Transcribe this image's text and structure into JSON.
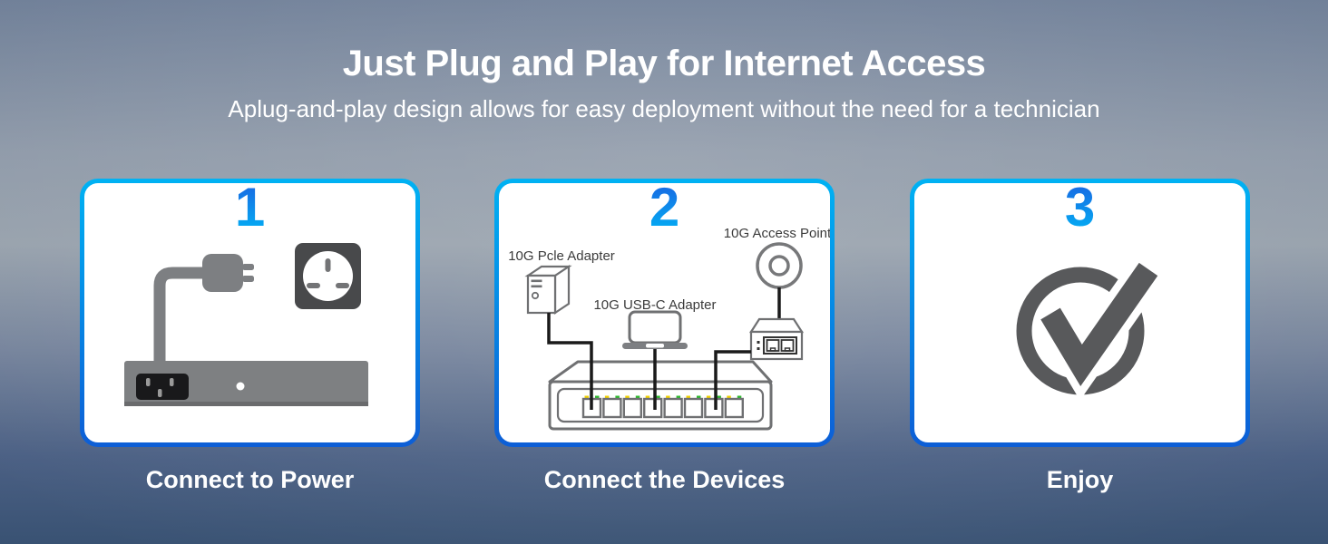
{
  "header": {
    "title": "Just Plug and Play for Internet Access",
    "subtitle": "Aplug-and-play design allows for easy deployment without the need for a technician"
  },
  "steps": [
    {
      "number": "1",
      "label": "Connect to Power",
      "illustration": "power-cord-plug-and-wall-outlet"
    },
    {
      "number": "2",
      "label": "Connect the Devices",
      "illustration": "switch-with-connected-devices",
      "annotations": {
        "pcie_adapter": "10G Pcle Adapter",
        "usbc_adapter": "10G USB-C Adapter",
        "access_point": "10G Access Point"
      }
    },
    {
      "number": "3",
      "label": "Enjoy",
      "illustration": "checkmark-in-circle"
    }
  ],
  "colors": {
    "background_top": "#6e7e97",
    "background_middle": "#97a1ac",
    "background_bottom": "#395273",
    "card_border_top": "#00b2f3",
    "card_border_bottom": "#0d5ed6",
    "step_number_top": "#1c60e0",
    "step_number_bottom": "#00b7f6",
    "illustration_gray": "#7d7f82",
    "outline_gray": "#6f7072",
    "checkmark_gray": "#58595b",
    "led_yellow": "#f0d000",
    "led_green": "#2eb82e",
    "text_light": "#ffffff",
    "text_dark": "#3b3b3b"
  }
}
